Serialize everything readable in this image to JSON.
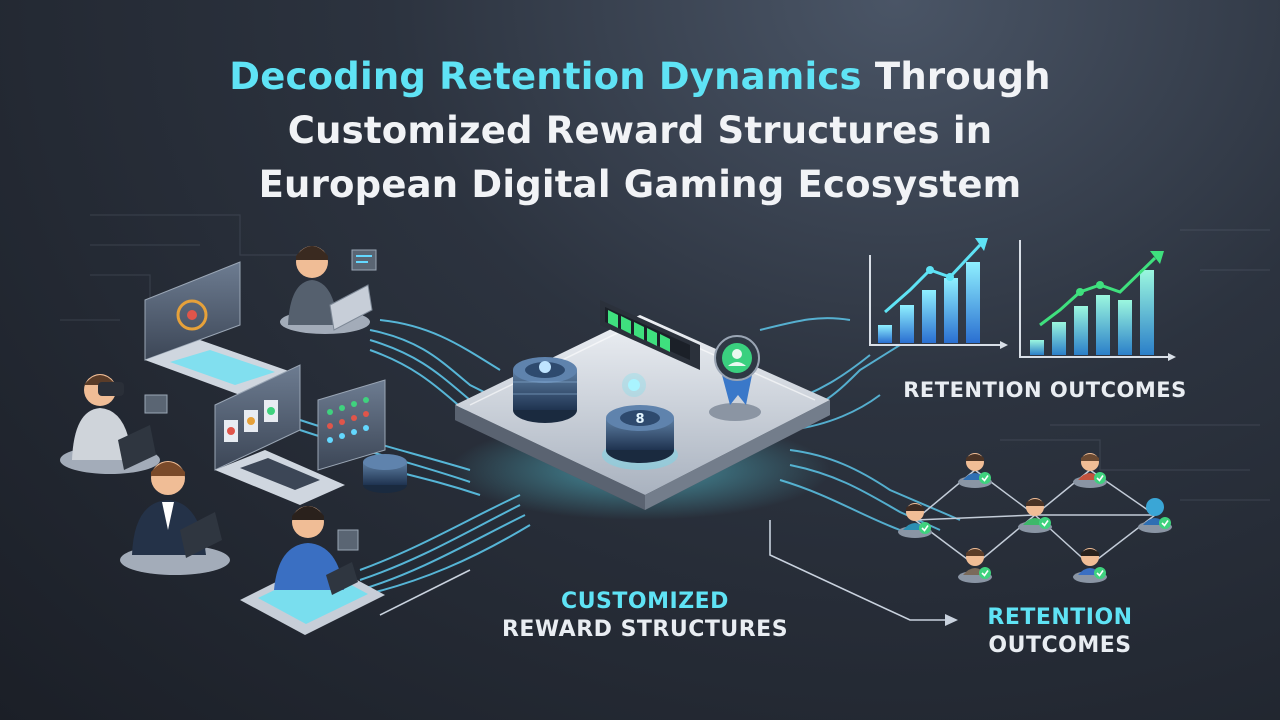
{
  "title": {
    "highlight": "Decoding Retention Dynamics",
    "line1_rest": " Through",
    "line2": "Customized Reward Structures in",
    "line3": "European Digital Gaming Ecosystem"
  },
  "labels": {
    "retention_outcomes_top": "RETENTION OUTCOMES",
    "customized_line1": "CUSTOMIZED",
    "customized_line2": "REWARD STRUCTURES",
    "retention_line1": "RETENTION",
    "retention_line2": "OUTCOMES"
  },
  "hub": {
    "center_badge": "8"
  },
  "colors": {
    "accent_cyan": "#5fe3f5",
    "accent_green": "#36d17a",
    "title_text": "#f1f3f6",
    "background_dark": "#1b1f27"
  }
}
